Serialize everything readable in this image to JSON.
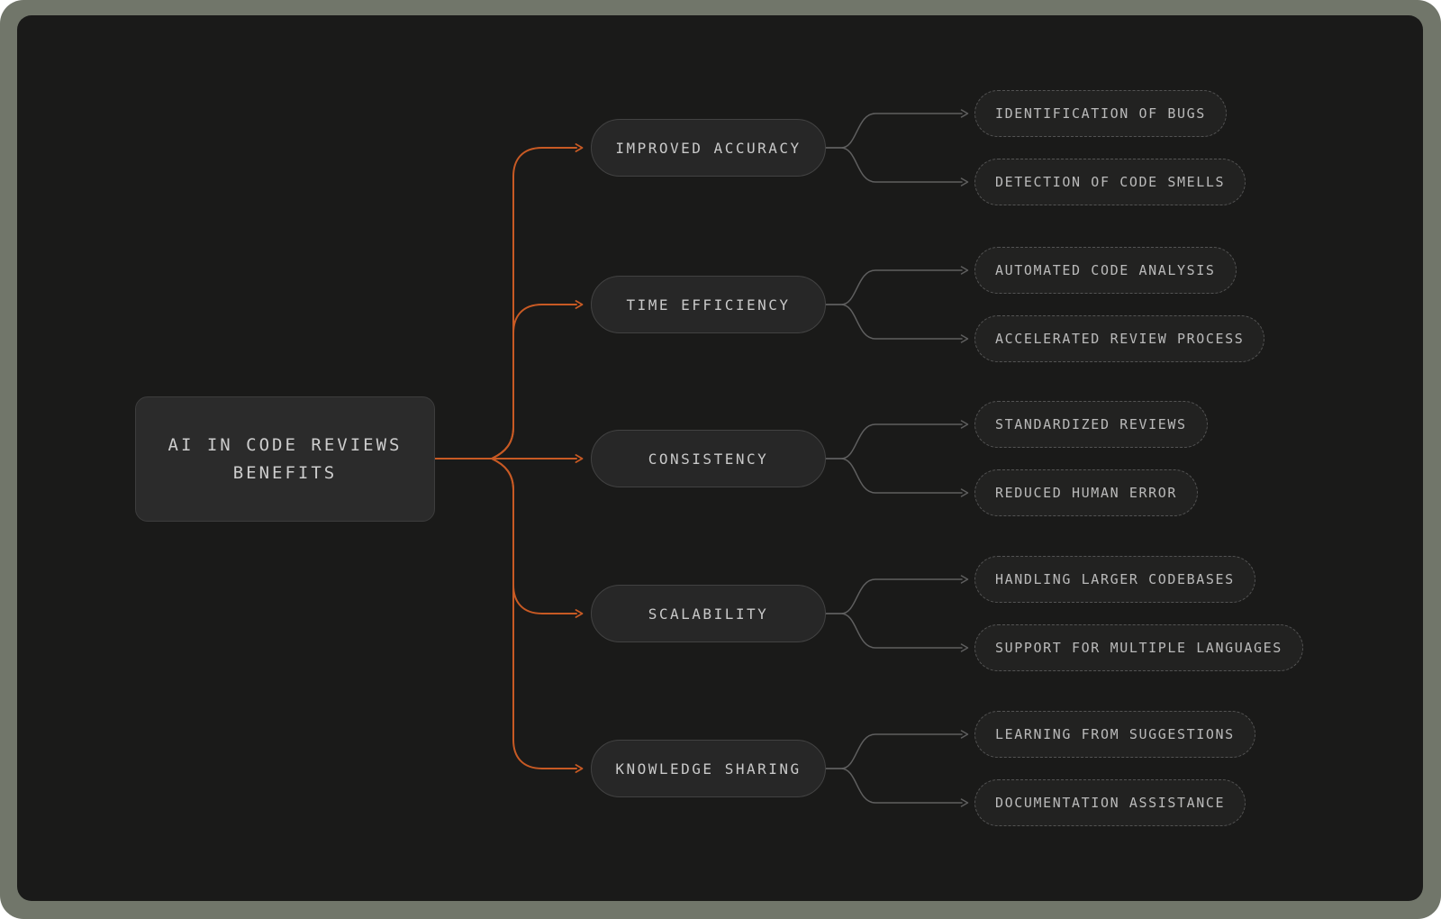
{
  "diagram_title": "AI in Code Reviews Benefits Mindmap",
  "colors": {
    "frame": "#71766a",
    "canvas_background": "#1a1a19",
    "branch_edge": "#c85a24",
    "leaf_edge": "#565656",
    "node_fill": "#272727",
    "node_border": "#424242",
    "leaf_border_dashed": "#535353",
    "text": "#c9c9c9"
  },
  "root": {
    "line1": "AI IN CODE REVIEWS",
    "line2": "BENEFITS"
  },
  "branches": [
    {
      "label": "IMPROVED ACCURACY",
      "children": [
        {
          "label": "IDENTIFICATION OF BUGS"
        },
        {
          "label": "DETECTION OF CODE SMELLS"
        }
      ]
    },
    {
      "label": "TIME EFFICIENCY",
      "children": [
        {
          "label": "AUTOMATED CODE ANALYSIS"
        },
        {
          "label": "ACCELERATED REVIEW PROCESS"
        }
      ]
    },
    {
      "label": "CONSISTENCY",
      "children": [
        {
          "label": "STANDARDIZED REVIEWS"
        },
        {
          "label": "REDUCED HUMAN ERROR"
        }
      ]
    },
    {
      "label": "SCALABILITY",
      "children": [
        {
          "label": "HANDLING LARGER CODEBASES"
        },
        {
          "label": "SUPPORT FOR MULTIPLE LANGUAGES"
        }
      ]
    },
    {
      "label": "KNOWLEDGE SHARING",
      "children": [
        {
          "label": "LEARNING FROM SUGGESTIONS"
        },
        {
          "label": "DOCUMENTATION ASSISTANCE"
        }
      ]
    }
  ]
}
